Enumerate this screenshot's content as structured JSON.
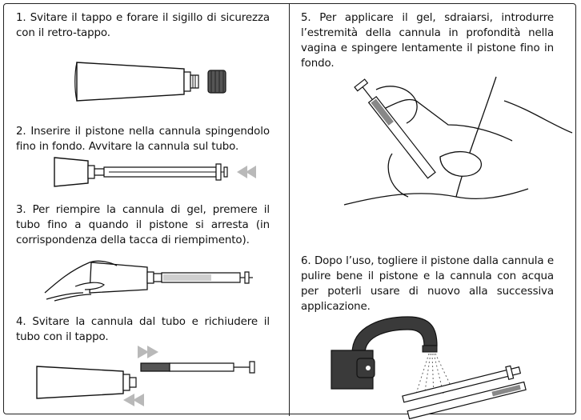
{
  "steps": [
    {
      "text": "1. Svitare il tappo e forare il sigillo di sicurezza con il retro-tappo."
    },
    {
      "text": "2. Inserire il pistone nella cannula spingendolo fino in fondo. Avvitare la cannula sul tubo."
    },
    {
      "text": "3. Per riempire la cannula di gel, premere il tubo fino a quando il pistone si arresta (in corrispondenza della tacca di riempimento)."
    },
    {
      "text": "4. Svitare la cannula dal tubo e richiudere il tubo con il tappo."
    },
    {
      "text": "5. Per applicare il gel, sdraiarsi, introdurre l’estremità della cannula in profondità nella vagina e spingere lentamente il pistone fino in fondo."
    },
    {
      "text": "6. Dopo l’uso, togliere il pistone dalla cannula e pulire bene il pistone e la cannula con acqua per poterli usare di nuovo alla successiva applicazione."
    }
  ],
  "colors": {
    "ink": "#111111",
    "arrow": "#b9b9b9",
    "faucet": "#3a3a3a",
    "border": "#222222"
  }
}
